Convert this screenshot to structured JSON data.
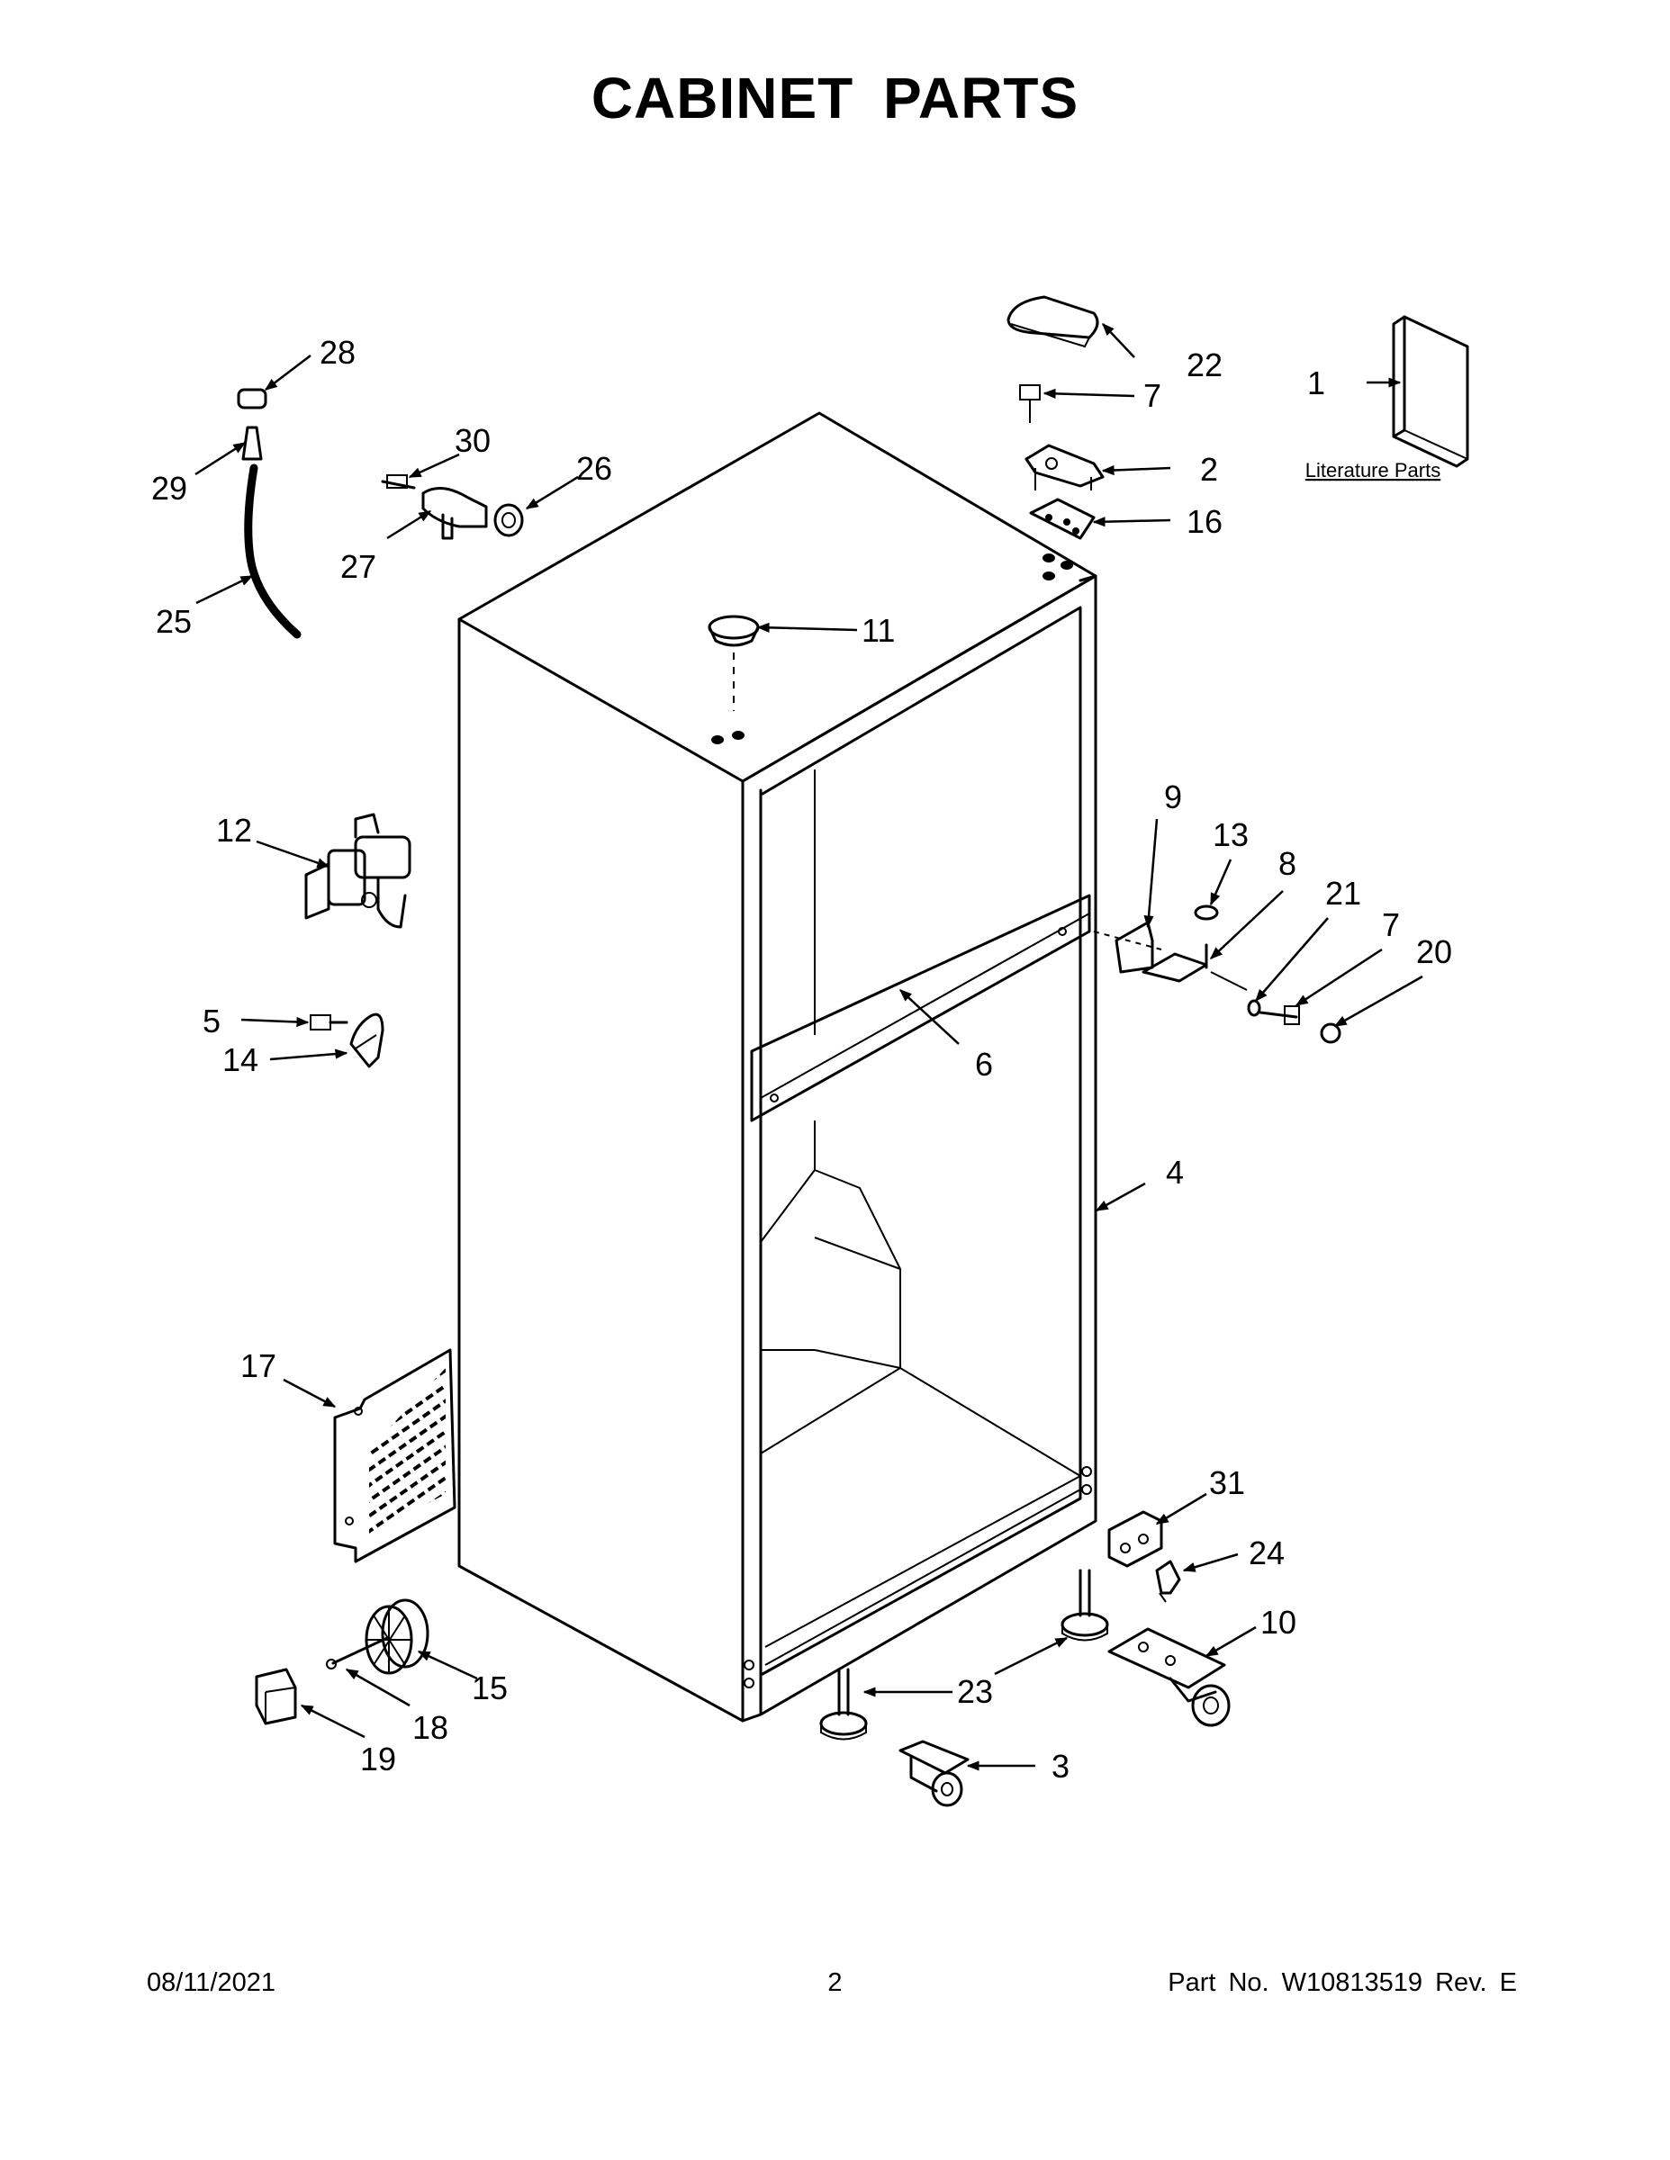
{
  "title": "CABINET PARTS",
  "literature_label": "Literature Parts",
  "footer": {
    "date": "08/11/2021",
    "page": "2",
    "part_no": "Part No.  W10813519  Rev.  E"
  },
  "callouts": {
    "c1": "1",
    "c2": "2",
    "c3": "3",
    "c4": "4",
    "c5": "5",
    "c6": "6",
    "c7a": "7",
    "c7b": "7",
    "c8": "8",
    "c9": "9",
    "c10": "10",
    "c11": "11",
    "c12": "12",
    "c13": "13",
    "c14": "14",
    "c15": "15",
    "c16": "16",
    "c17": "17",
    "c18": "18",
    "c19": "19",
    "c20": "20",
    "c21": "21",
    "c22": "22",
    "c23": "23",
    "c24": "24",
    "c25": "25",
    "c26": "26",
    "c27": "27",
    "c28": "28",
    "c29": "29",
    "c30": "30",
    "c31": "31"
  }
}
